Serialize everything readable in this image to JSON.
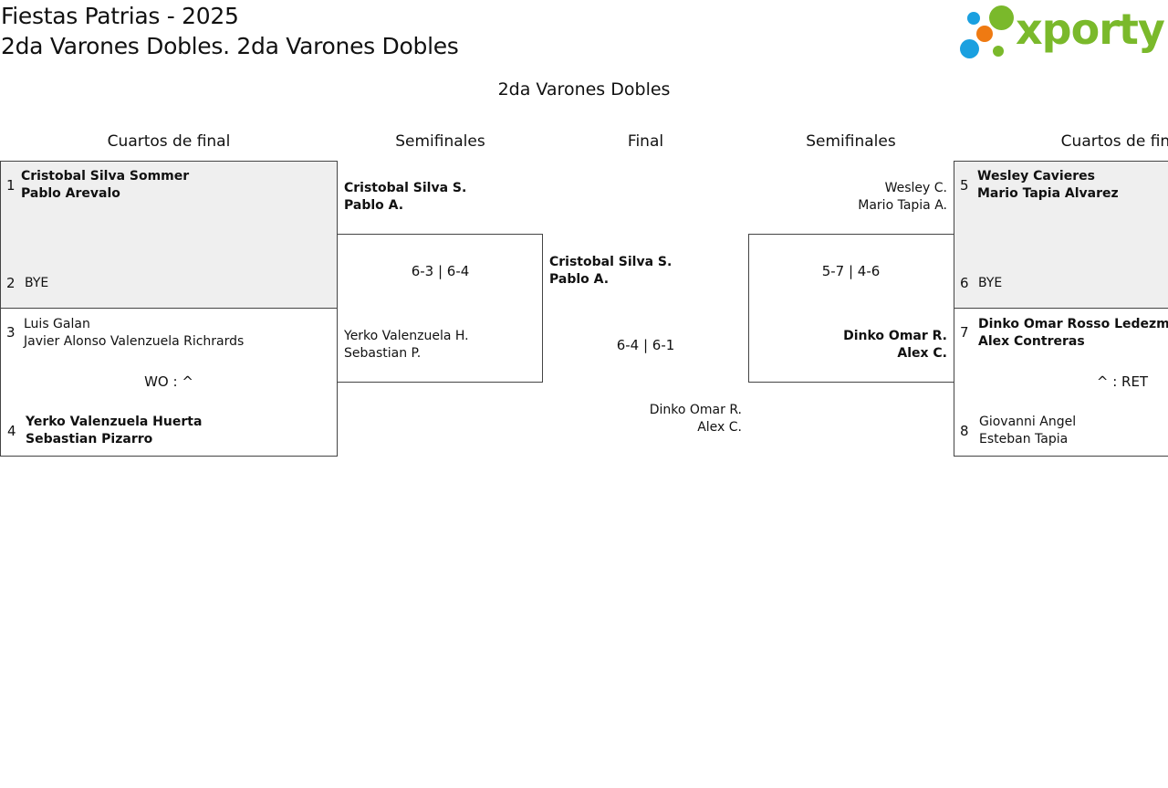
{
  "header": {
    "tournament_title": "Fiestas Patrias - 2025",
    "category_title": "2da Varones Dobles. 2da Varones Dobles",
    "logo_text": "xporty"
  },
  "colors": {
    "brand_green": "#7ab92b",
    "brand_blue": "#1aa0e0",
    "brand_orange": "#ef7a12",
    "shaded_box": "#efefef"
  },
  "draw": {
    "title": "2da Varones Dobles",
    "rounds": {
      "left_quarterfinals": "Cuartos de final",
      "left_semifinals": "Semifinales",
      "final": "Final",
      "right_semifinals": "Semifinales",
      "right_quarterfinals": "Cuartos de final"
    }
  },
  "left_quarterfinals": {
    "match1": {
      "seed_a": "1",
      "team_a": [
        "Cristobal Silva Sommer",
        "Pablo Arevalo"
      ],
      "seed_b": "2",
      "team_b": [
        "BYE"
      ]
    },
    "match2": {
      "seed_a": "3",
      "team_a": [
        "Luis Galan",
        "Javier Alonso Valenzuela Richrards"
      ],
      "score": "WO : ^",
      "seed_b": "4",
      "team_b": [
        "Yerko Valenzuela Huerta",
        "Sebastian Pizarro"
      ]
    }
  },
  "left_semifinal": {
    "team_a": [
      "Cristobal Silva S.",
      "Pablo A."
    ],
    "score": "6-3 | 6-4",
    "team_b": [
      "Yerko Valenzuela H.",
      "Sebastian P."
    ]
  },
  "final": {
    "team_a": [
      "Cristobal Silva S.",
      "Pablo A."
    ],
    "score": "6-4 | 6-1",
    "team_b": [
      "Dinko Omar R.",
      "Alex C."
    ]
  },
  "right_semifinal": {
    "team_a": [
      "Wesley C.",
      "Mario Tapia A."
    ],
    "score": "5-7 | 4-6",
    "team_b": [
      "Dinko Omar R.",
      "Alex C."
    ]
  },
  "right_quarterfinals": {
    "match1": {
      "seed_a": "5",
      "team_a": [
        "Wesley Cavieres",
        "Mario Tapia Alvarez"
      ],
      "seed_b": "6",
      "team_b": [
        "BYE"
      ]
    },
    "match2": {
      "seed_a": "7",
      "team_a": [
        "Dinko Omar Rosso Ledezma",
        "Alex Contreras"
      ],
      "score": "^ : RET",
      "seed_b": "8",
      "team_b": [
        "Giovanni Angel",
        "Esteban Tapia"
      ]
    }
  }
}
